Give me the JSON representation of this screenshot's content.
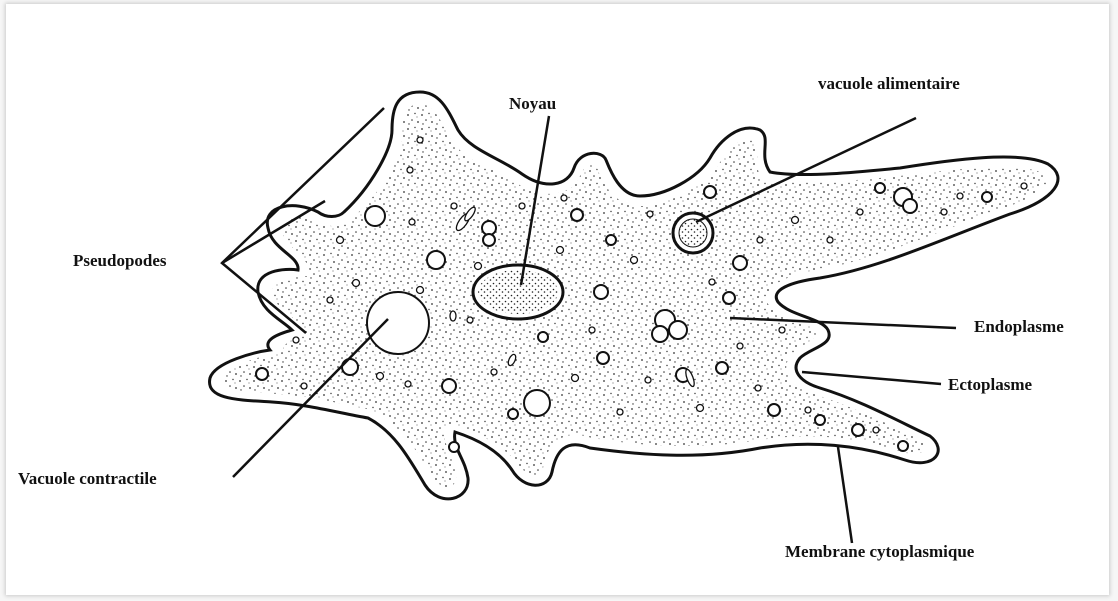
{
  "labels": {
    "noyau": "Noyau",
    "vacuole_alimentaire": "vacuole alimentaire",
    "pseudopodes": "Pseudopodes",
    "endoplasme": "Endoplasme",
    "ectoplasme": "Ectoplasme",
    "vacuole_contractile": "Vacuole contractile",
    "membrane_cytoplasmique": "Membrane cytoplasmique"
  },
  "colors": {
    "ink": "#111111",
    "cell_fill": "#ffffff",
    "frame_shadow": "#bdbdbd"
  }
}
